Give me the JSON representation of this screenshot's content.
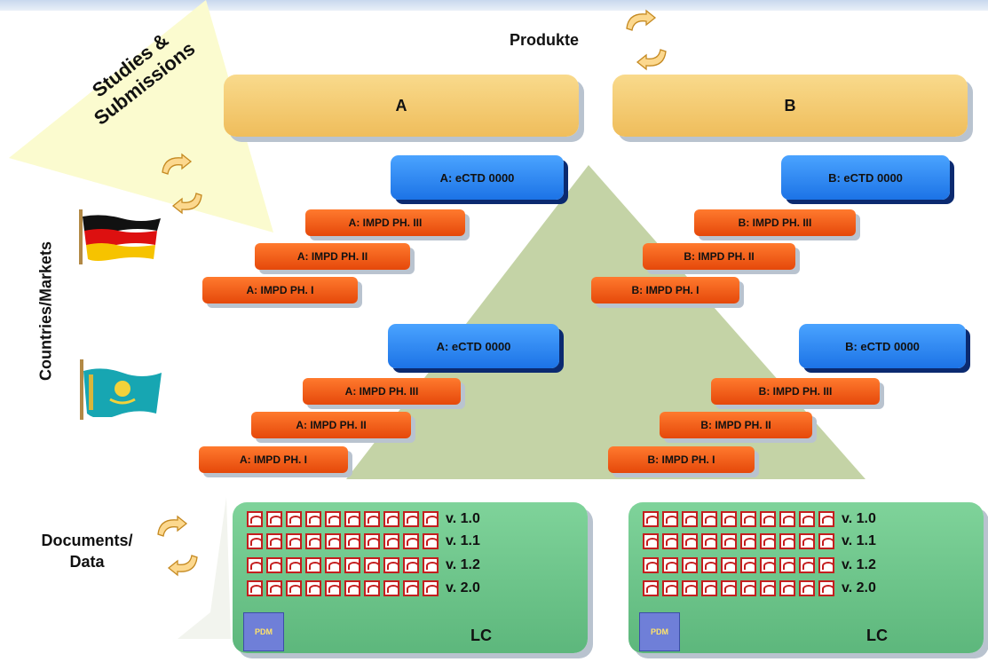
{
  "labels": {
    "products": "Produkte",
    "studies": "Studies &",
    "submissions": "Submissions",
    "countries": "Countries/Markets",
    "documents_line1": "Documents/",
    "documents_line2": "Data"
  },
  "products": [
    {
      "label": "A"
    },
    {
      "label": "B"
    }
  ],
  "de": {
    "a_ectd": "A: eCTD 0000",
    "b_ectd": "B: eCTD 0000",
    "a_ph3": "A: IMPD PH. III",
    "a_ph2": "A: IMPD PH. II",
    "a_ph1": "A: IMPD PH. I",
    "b_ph3": "B: IMPD PH. III",
    "b_ph2": "B: IMPD PH. II",
    "b_ph1": "B: IMPD PH. I"
  },
  "kz": {
    "a_ectd": "A: eCTD 0000",
    "b_ectd": "B: eCTD 0000",
    "a_ph3": "A: IMPD PH. III",
    "a_ph2": "A: IMPD PH. II",
    "a_ph1": "A: IMPD PH. I",
    "b_ph3": "B: IMPD PH. III",
    "b_ph2": "B: IMPD PH. II",
    "b_ph1": "B: IMPD PH. I"
  },
  "documents": {
    "versions": [
      "v. 1.0",
      "v. 1.1",
      "v. 1.2",
      "v. 2.0"
    ],
    "lc": "LC",
    "pdm": "PDM"
  },
  "colors": {
    "product": "#f5cc72",
    "ectd": "#2f86f2",
    "impd": "#f25a18",
    "docs": "#6cc58a",
    "pyramid": "#c4d3a6"
  },
  "icons": [
    "pdf-document-icon",
    "cycle-arrows-icon",
    "germany-flag-icon",
    "kazakhstan-flag-icon",
    "eu-stars-icon"
  ]
}
